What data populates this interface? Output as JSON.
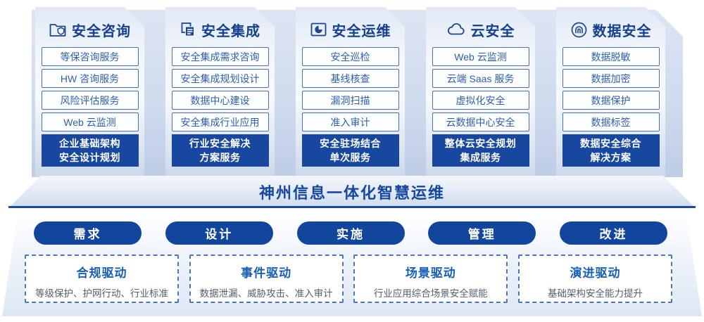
{
  "banner": {
    "title": "神州信息一体化智慧运维"
  },
  "columns": [
    {
      "title": "安全咨询",
      "icon": "folder-shield-icon",
      "items": [
        "等保咨询服务",
        "HW 咨询服务",
        "风险评估服务",
        "Web 云监测"
      ],
      "highlight": "企业基础架构\n安全设计规划"
    },
    {
      "title": "安全集成",
      "icon": "copy-doc-icon",
      "items": [
        "安全集成需求咨询",
        "安全集成规划设计",
        "数据中心建设",
        "安全集成行业应用"
      ],
      "highlight": "行业安全解决\n方案服务"
    },
    {
      "title": "安全运维",
      "icon": "folder-chart-icon",
      "items": [
        "安全巡检",
        "基线核查",
        "漏洞扫描",
        "准入审计"
      ],
      "highlight": "安全驻场结合\n单次服务"
    },
    {
      "title": "云安全",
      "icon": "cloud-icon",
      "items": [
        "Web 云监测",
        "云端 Saas 服务",
        "虚拟化安全",
        "云数据中心安全"
      ],
      "highlight": "整体云安全规划\n集成服务"
    },
    {
      "title": "数据安全",
      "icon": "fingerprint-icon",
      "items": [
        "数据脱敏",
        "数据加密",
        "数据保护",
        "数据标签"
      ],
      "highlight": "数据安全综合\n解决方案"
    }
  ],
  "process_steps": [
    "需求",
    "设计",
    "实施",
    "管理",
    "改进"
  ],
  "drivers": [
    {
      "title": "合规驱动",
      "desc": "等级保护、护网行动、行业标准"
    },
    {
      "title": "事件驱动",
      "desc": "数据泄漏、威胁攻击、准入审计"
    },
    {
      "title": "场景驱动",
      "desc": "行业应用综合场景安全赋能"
    },
    {
      "title": "演进驱动",
      "desc": "基础架构安全能力提升"
    }
  ],
  "colors": {
    "primary": "#17479e",
    "accent": "#1760b5",
    "item_border": "#4a6fae"
  }
}
